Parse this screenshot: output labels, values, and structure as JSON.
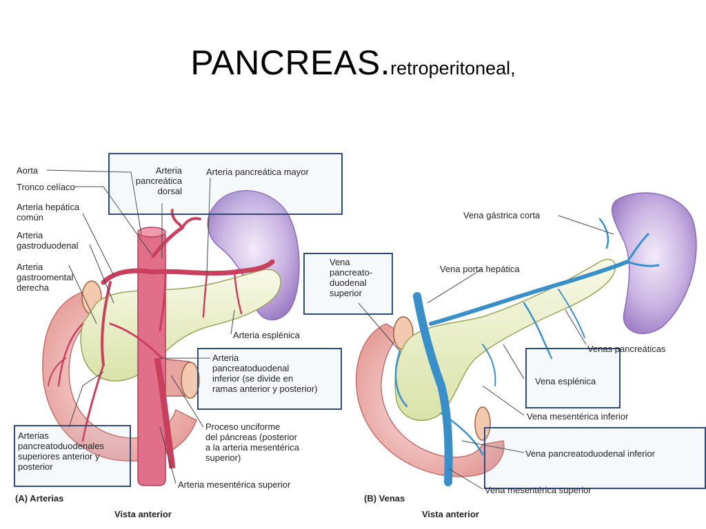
{
  "title": {
    "main": "PANCREAS.",
    "sub": "retroperitoneal,"
  },
  "arteries_panel": {
    "tag": "(A) Arterias",
    "view": "Vista anterior",
    "labels": {
      "aorta": "Aorta",
      "tronco": "Tronco celíaco",
      "hepatica_1": "Arteria hepática",
      "hepatica_2": "común",
      "gastroduodenal_1": "Arteria",
      "gastroduodenal_2": "gastroduodenal",
      "gastroomental_1": "Arteria",
      "gastroomental_2": "gastroomental",
      "gastroomental_3": "derecha",
      "pancreatica_dorsal_1": "Arteria",
      "pancreatica_dorsal_2": "pancreática",
      "pancreatica_dorsal_3": "dorsal",
      "pancreatica_mayor": "Arteria pancreática mayor",
      "esplenica": "Arteria esplénica",
      "pd_inf_1": "Arteria",
      "pd_inf_2": "pancreatoduodenal",
      "pd_inf_3": "inferior (se divide en",
      "pd_inf_4": "ramas anterior y posterior)",
      "unciforme_1": "Proceso unciforme",
      "unciforme_2": "del páncreas (posterior",
      "unciforme_3": "a la arteria mesentérica",
      "unciforme_4": "superior)",
      "pd_sup_1": "Arterias",
      "pd_sup_2": "pancreatoduodenales",
      "pd_sup_3": "superiores anterior y",
      "pd_sup_4": "posterior",
      "mesenterica_sup": "Arteria mesentérica superior"
    }
  },
  "veins_panel": {
    "tag": "(B) Venas",
    "view": "Vista anterior",
    "labels": {
      "gastrica_corta": "Vena gástrica corta",
      "porta": "Vena porta hepática",
      "pd_sup_1": "Vena",
      "pd_sup_2": "pancreato-",
      "pd_sup_3": "duodenal",
      "pd_sup_4": "superior",
      "pancreaticas": "Venas pancreáticas",
      "esplenica": "Vena esplénica",
      "mes_inf": "Vena mesentérica inferior",
      "pd_inf": "Vena pancreatoduodenal inferior",
      "mes_sup": "Vena mesentérica superior"
    }
  },
  "colors": {
    "pancreas": "#e9efc6",
    "spleen": "#b59bd2",
    "artery": "#d94a6a",
    "vein": "#3a8fc9",
    "duodenum": "#f3c2bf",
    "box_border": "#2e4a7a"
  }
}
